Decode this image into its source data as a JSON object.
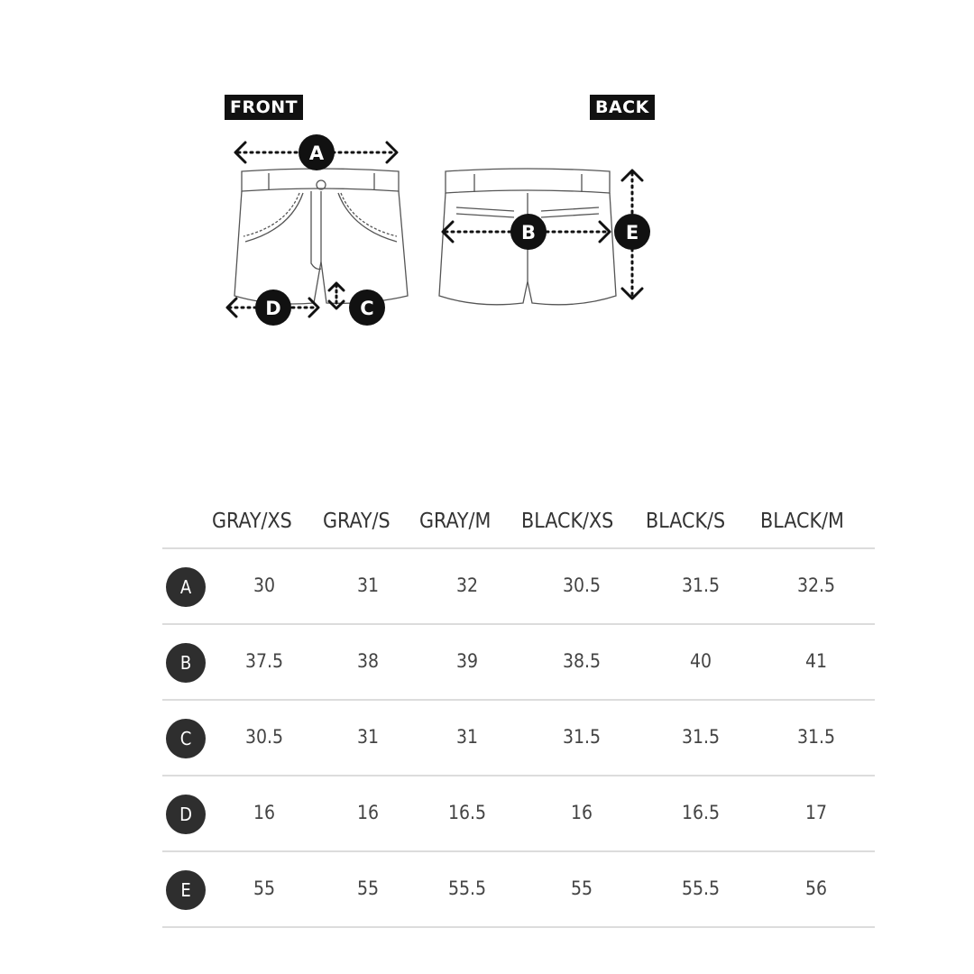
{
  "diagram": {
    "front_label": "FRONT",
    "back_label": "BACK",
    "markers": [
      "A",
      "B",
      "C",
      "D",
      "E"
    ]
  },
  "table": {
    "columns": [
      "GRAY/XS",
      "GRAY/S",
      "GRAY/M",
      "BLACK/XS",
      "BLACK/S",
      "BLACK/M"
    ],
    "rows": [
      {
        "label": "A",
        "values": [
          "30",
          "31",
          "32",
          "30.5",
          "31.5",
          "32.5"
        ]
      },
      {
        "label": "B",
        "values": [
          "37.5",
          "38",
          "39",
          "38.5",
          "40",
          "41"
        ]
      },
      {
        "label": "C",
        "values": [
          "30.5",
          "31",
          "31",
          "31.5",
          "31.5",
          "31.5"
        ]
      },
      {
        "label": "D",
        "values": [
          "16",
          "16",
          "16.5",
          "16",
          "16.5",
          "17"
        ]
      },
      {
        "label": "E",
        "values": [
          "55",
          "55",
          "55.5",
          "55",
          "55.5",
          "56"
        ]
      }
    ]
  }
}
